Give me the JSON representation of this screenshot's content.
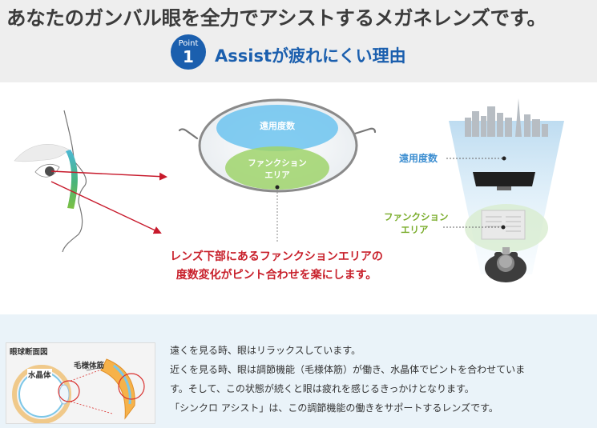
{
  "header": {
    "headline": "あなたのガンバル眼を全力でアシストするメガネレンズです。",
    "point_word": "Point",
    "point_number": "1",
    "subheading": "Assistが疲れにくい理由"
  },
  "lens": {
    "upper_zone_label": "遠用度数",
    "lower_zone_line1": "ファンクション",
    "lower_zone_line2": "エリア"
  },
  "caption": {
    "line1": "レンズ下部にあるファンクションエリアの",
    "line2": "度数変化がピント合わせを楽にします。"
  },
  "scene": {
    "far_label": "遠用度数",
    "near_label_line1": "ファンクション",
    "near_label_line2": "エリア"
  },
  "inset": {
    "title": "眼球断面図",
    "lens_label": "水晶体",
    "ciliary_label": "毛様体筋"
  },
  "explanation": {
    "lines": [
      "遠くを見る時、眼はリラックスしています。",
      "近くを見る時、眼は調節機能（毛様体筋）が働き、水晶体でピントを合わせていま",
      "す。そして、この状態が続くと眼は疲れを感じるきっかけとなります。",
      "「シンクロ アシスト」は、この調節機能の働きをサポートするレンズです。"
    ]
  },
  "colors": {
    "brand_blue": "#1b5fae",
    "caption_red": "#c8202b",
    "far_zone_blue": "#6cc3ee",
    "near_zone_green": "#9fd36b",
    "far_label_blue": "#3e8fd1",
    "near_label_green": "#79ac2a",
    "arrow_red": "#c7192b"
  }
}
